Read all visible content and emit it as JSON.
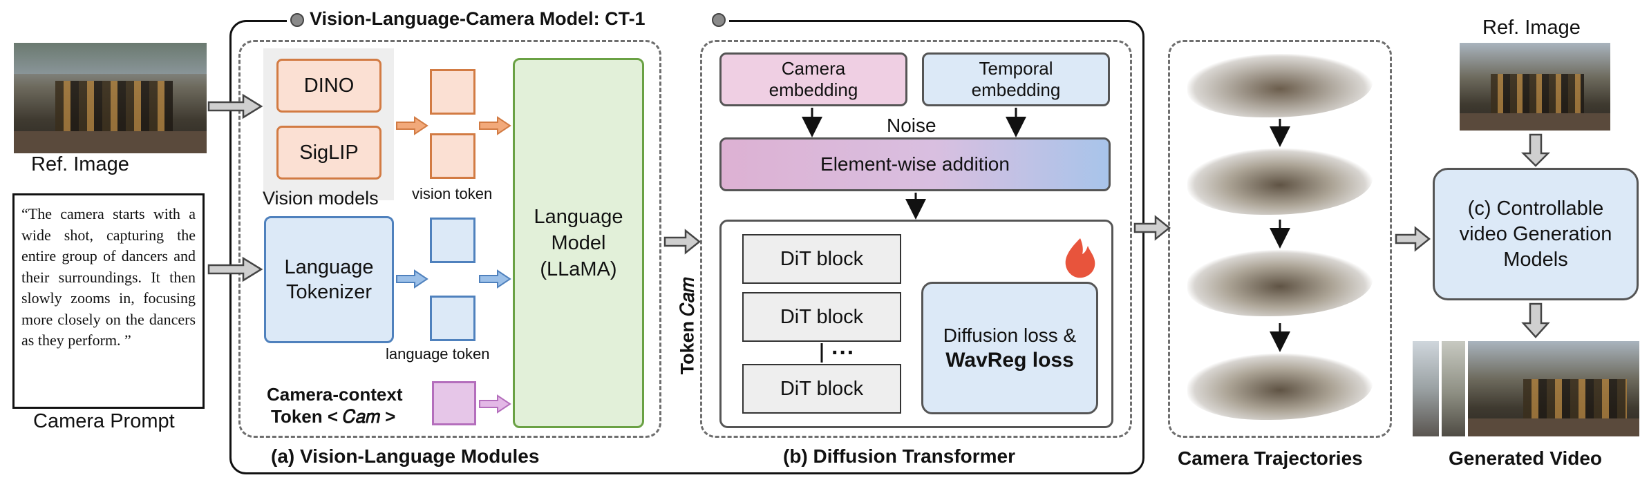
{
  "left": {
    "ref_image_label": "Ref. Image",
    "prompt_text": "“The camera starts with a wide shot, capturing the entire group of dancers and their surroundings. It then slowly zooms in, focusing more closely on the dancers as they perform. ”",
    "prompt_label": "Camera Prompt"
  },
  "ct1": {
    "title": "Vision-Language-Camera Model: CT-1",
    "module_a": {
      "caption": "(a) Vision-Language Modules",
      "dino": "DINO",
      "siglip": "SigLIP",
      "vision_models_label": "Vision models",
      "vision_token_label": "vision token",
      "tokenizer": "Language Tokenizer",
      "language_token_label": "language token",
      "lm_line1": "Language",
      "lm_line2": "Model",
      "lm_line3": "(LLaMA)",
      "camera_context_line1": "Camera-context",
      "camera_context_line2": "Token < 𝐶𝑎𝑚 >"
    },
    "token_cam_label": "Token 𝐶𝑎𝑚",
    "module_b": {
      "caption": "(b) Diffusion Transformer",
      "camera_embedding": "Camera embedding",
      "temporal_embedding": "Temporal embedding",
      "noise_label": "Noise",
      "elementwise": "Element-wise addition",
      "dit_block": "DiT block",
      "ellipsis": "···",
      "loss_line1": "Diffusion loss &",
      "loss_line2": "WavReg loss"
    }
  },
  "trajectories": {
    "caption": "Camera Trajectories"
  },
  "right": {
    "ref_image_label": "Ref. Image",
    "controllable_line1": "(c) Controllable",
    "controllable_line2": "video Generation",
    "controllable_line3": "Models",
    "caption": "Generated Video"
  },
  "colors": {
    "orange_fill": "#fbe0d3",
    "orange_border": "#d27b43",
    "blue_fill": "#dce9f7",
    "blue_border": "#4f81bd",
    "green_fill": "#e2f0d9",
    "green_border": "#6aa144",
    "purple_fill": "#e6c6e8",
    "purple_border": "#b46ebc",
    "pink_fill": "#efcfe3",
    "gray_fill": "#eeeeee"
  },
  "icons": [
    "fire-icon",
    "dashed-arrow"
  ]
}
